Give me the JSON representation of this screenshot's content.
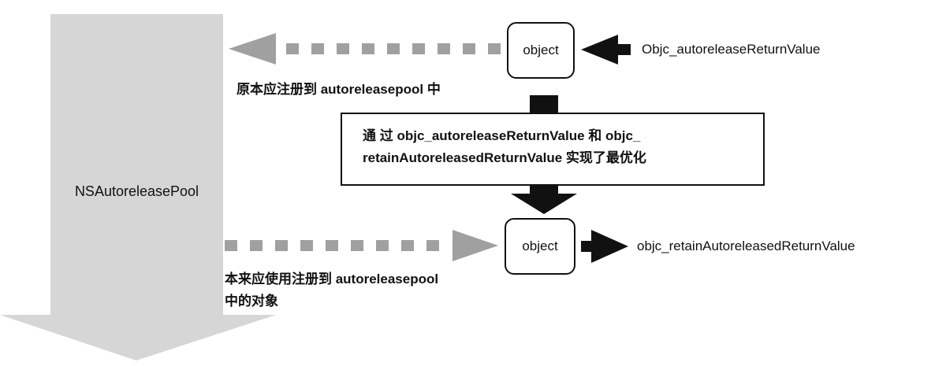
{
  "pool": {
    "label": "NSAutoreleasePool"
  },
  "top_row": {
    "object_label": "object",
    "function_label": "Objc_autoreleaseReturnValue",
    "caption": "原本应注册到 autoreleasepool 中"
  },
  "optimization_box": {
    "line1": "通  过  objc_autoreleaseReturnValue  和  objc_",
    "line2": "retainAutoreleasedReturnValue 实现了最优化"
  },
  "bottom_row": {
    "object_label": "object",
    "function_label": "objc_retainAutoreleasedReturnValue",
    "caption_line1": "本来应使用注册到 autoreleasepool",
    "caption_line2": "中的对象"
  },
  "colors": {
    "pool_arrow": "#d6d6d6",
    "dashed_arrow": "#a0a0a0",
    "black_arrow": "#111111",
    "text": "#111111"
  }
}
